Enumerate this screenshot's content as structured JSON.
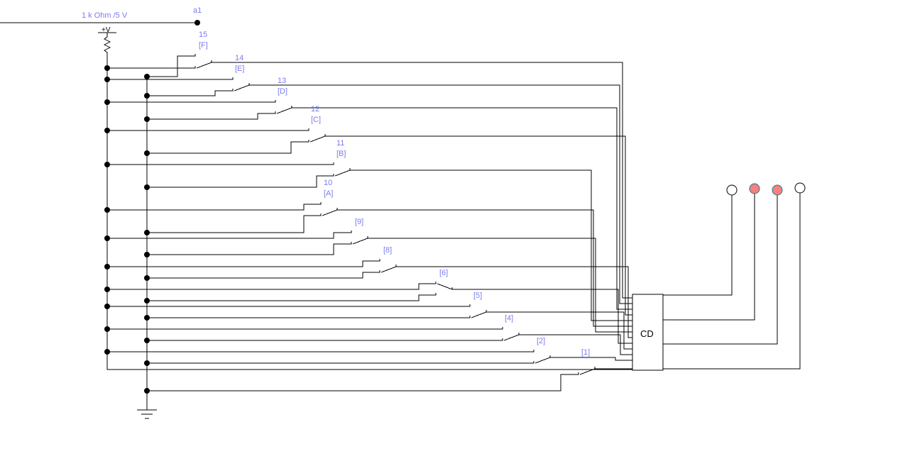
{
  "source_label": "1 k Ohm /5 V",
  "node_label": "a1",
  "supply_label": "+V",
  "decoder_label": "CD",
  "switches": [
    {
      "num": "15",
      "key": "[F]"
    },
    {
      "num": "14",
      "key": "[E]"
    },
    {
      "num": "13",
      "key": "[D]"
    },
    {
      "num": "12",
      "key": "[C]"
    },
    {
      "num": "11",
      "key": "[B]"
    },
    {
      "num": "10",
      "key": "[A]"
    },
    {
      "num": "",
      "key": "[9]"
    },
    {
      "num": "",
      "key": "[8]"
    },
    {
      "num": "",
      "key": "[6]"
    },
    {
      "num": "",
      "key": "[5]"
    },
    {
      "num": "",
      "key": "[4]"
    },
    {
      "num": "",
      "key": "[2]"
    },
    {
      "num": "",
      "key": "[1]"
    }
  ],
  "leds": [
    {
      "state": "off",
      "color": "#ffffff"
    },
    {
      "state": "on",
      "color": "#f88080"
    },
    {
      "state": "on",
      "color": "#f88080"
    },
    {
      "state": "off",
      "color": "#ffffff"
    }
  ]
}
